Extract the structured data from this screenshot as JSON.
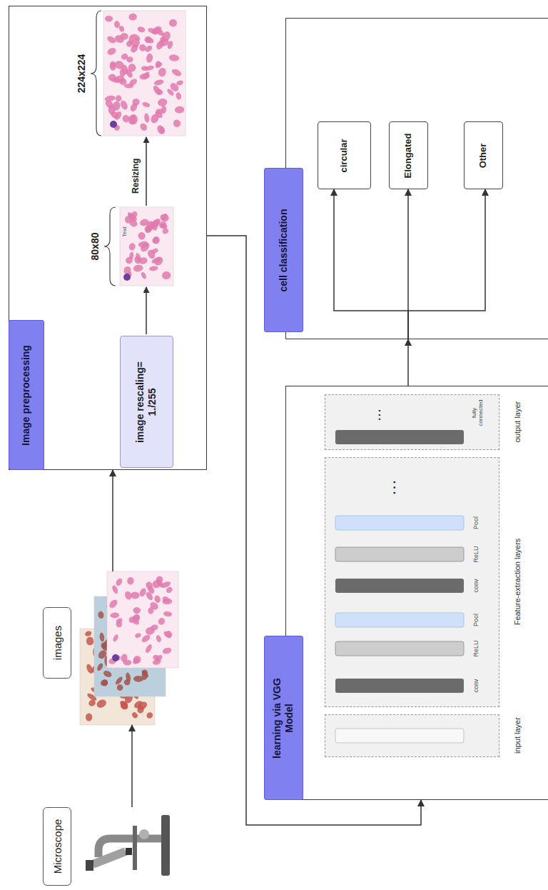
{
  "diagram": {
    "nodes": [
      {
        "text": [
          "Microscope"
        ]
      },
      {
        "text": [
          "images"
        ]
      },
      {
        "text": [
          "Image preprocessing"
        ]
      },
      {
        "text": [
          "image rescaling= 1./255"
        ],
        "in": 2
      },
      {
        "text": [
          "learning via VGG Model"
        ]
      },
      {
        "text": [
          "input layer"
        ],
        "in": 4
      },
      {
        "text": [
          "Feature-extraction layers"
        ],
        "in": 4
      },
      {
        "text": [
          "output layer"
        ],
        "in": 4
      },
      {
        "text": [
          "cell classification"
        ]
      },
      {
        "text": [
          "circular"
        ],
        "in": 8
      },
      {
        "text": [
          "Elongated"
        ],
        "in": 8
      },
      {
        "text": [
          "Other"
        ],
        "in": 8
      }
    ],
    "edges": [
      {
        "from": 0,
        "to": 1,
        "arrow": "to"
      },
      {
        "from": 1,
        "to": 2,
        "arrow": "to"
      },
      {
        "from": 2,
        "to": 4,
        "arrow": "to"
      },
      {
        "from": 4,
        "to": 8,
        "arrow": "to"
      },
      {
        "from": 8,
        "to": 9,
        "arrow": "to"
      },
      {
        "from": 8,
        "to": 10,
        "arrow": "to"
      },
      {
        "from": 8,
        "to": 11,
        "arrow": "to"
      }
    ],
    "labels": [
      "80x80",
      "Text",
      "Resizing",
      "224x224",
      "conv",
      "ReLU",
      "Pool",
      "conv",
      "ReLU",
      "Pool",
      "...",
      "...",
      "fully connected"
    ]
  }
}
